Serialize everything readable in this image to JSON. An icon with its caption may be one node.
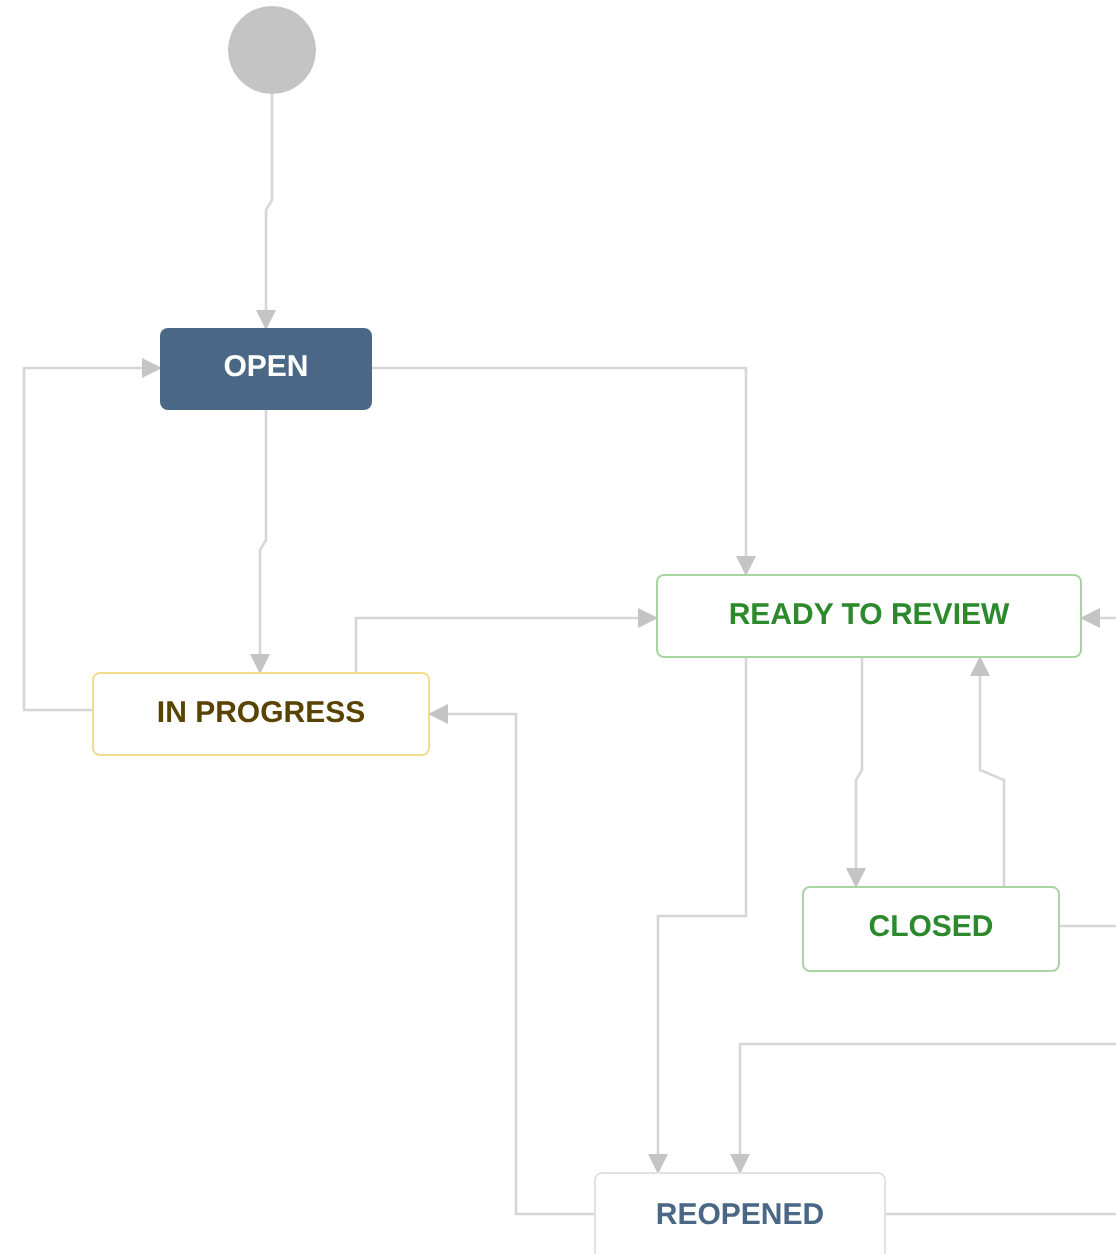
{
  "diagram": {
    "nodes": [
      {
        "text": [],
        "shape": "circle"
      },
      {
        "text": [
          "OPEN"
        ]
      },
      {
        "text": [
          "READY TO REVIEW"
        ]
      },
      {
        "text": [
          "IN PROGRESS"
        ]
      },
      {
        "text": [
          "CLOSED"
        ]
      },
      {
        "text": [
          "REOPENED"
        ]
      }
    ],
    "edges": [
      {
        "from": 0,
        "to": 1,
        "arrow": "to"
      },
      {
        "from": 1,
        "to": 2,
        "arrow": "to"
      },
      {
        "from": 1,
        "to": 3,
        "arrow": "to"
      },
      {
        "from": 3,
        "to": 1,
        "arrow": "to"
      },
      {
        "from": 3,
        "to": 2,
        "arrow": "to"
      },
      {
        "from": 2,
        "to": 4,
        "arrow": "to"
      },
      {
        "from": 4,
        "to": 2,
        "arrow": "to"
      },
      {
        "from": 2,
        "to": 5,
        "arrow": "to"
      },
      {
        "from": 5,
        "to": 3,
        "arrow": "to"
      },
      {
        "from": null,
        "to": 5,
        "arrow": "to"
      },
      {
        "from": 4,
        "to": null,
        "arrow": "none"
      },
      {
        "from": null,
        "to": 2,
        "arrow": "to"
      },
      {
        "from": 5,
        "to": null,
        "arrow": "none"
      }
    ]
  }
}
